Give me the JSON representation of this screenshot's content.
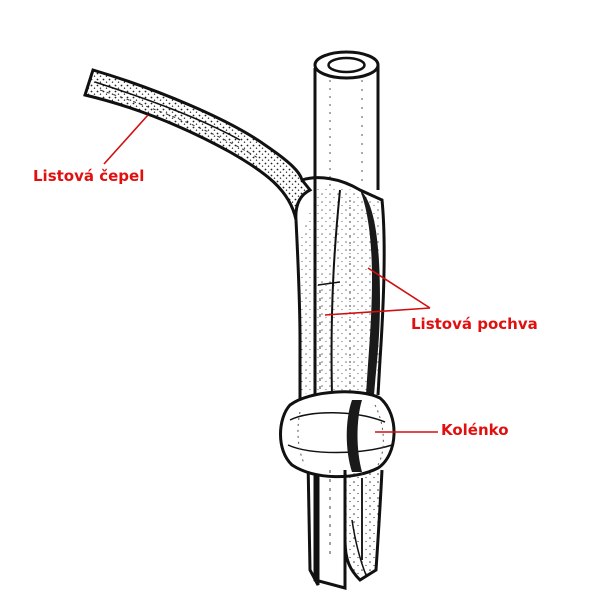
{
  "diagram": {
    "labels": {
      "blade": "Listová čepel",
      "sheath": "Listová pochva",
      "node": "Kolénko"
    }
  },
  "colors": {
    "label": "#e01010",
    "leader_line": "#d01010",
    "ink": "#111111",
    "background": "#ffffff"
  }
}
